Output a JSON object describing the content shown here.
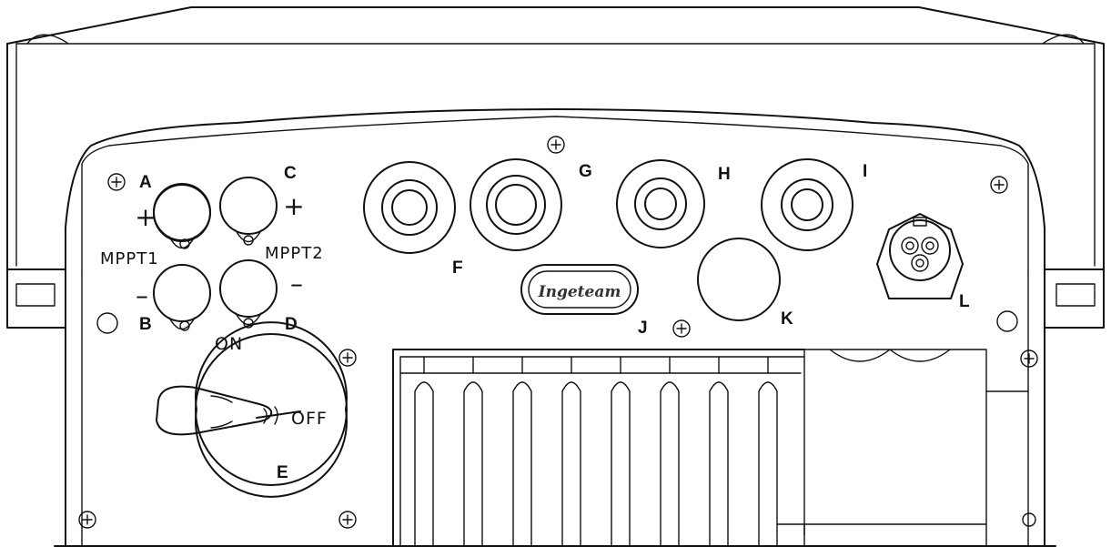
{
  "title": "",
  "callouts": {
    "a": "A",
    "b": "B",
    "c": "C",
    "d": "D",
    "e": "E",
    "f": "F",
    "g": "G",
    "h": "H",
    "i": "I",
    "j": "J",
    "k": "K",
    "l": "L"
  },
  "signs": {
    "plus": "+",
    "minus": "–"
  },
  "mppt": {
    "one": "MPPT1",
    "two": "MPPT2"
  },
  "switch": {
    "on": "ON",
    "off": "OFF"
  },
  "brand": "Ingeteam",
  "colors": {
    "line": "#111111",
    "background": "#ffffff"
  }
}
